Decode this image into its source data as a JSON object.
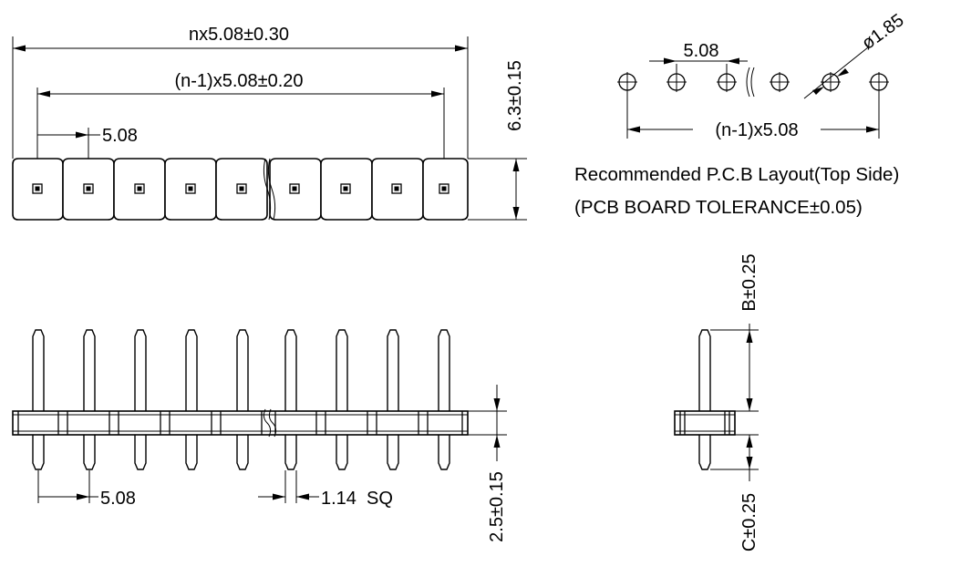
{
  "top_view": {
    "overall_length": "nx5.08±0.30",
    "inner_length": "(n-1)x5.08±0.20",
    "pitch": "5.08",
    "height": "6.3±0.15"
  },
  "pcb_layout": {
    "pitch": "5.08",
    "hole_diameter": "ø1.85",
    "span": "(n-1)x5.08",
    "caption_line1": "Recommended P.C.B Layout(Top Side)",
    "caption_line2": "(PCB BOARD TOLERANCE±0.05)"
  },
  "front_view": {
    "pitch": "5.08",
    "pin_size": "1.14  SQ",
    "body_height": "2.5±0.15"
  },
  "side_view": {
    "upper_length": "B±0.25",
    "lower_length": "C±0.25"
  }
}
